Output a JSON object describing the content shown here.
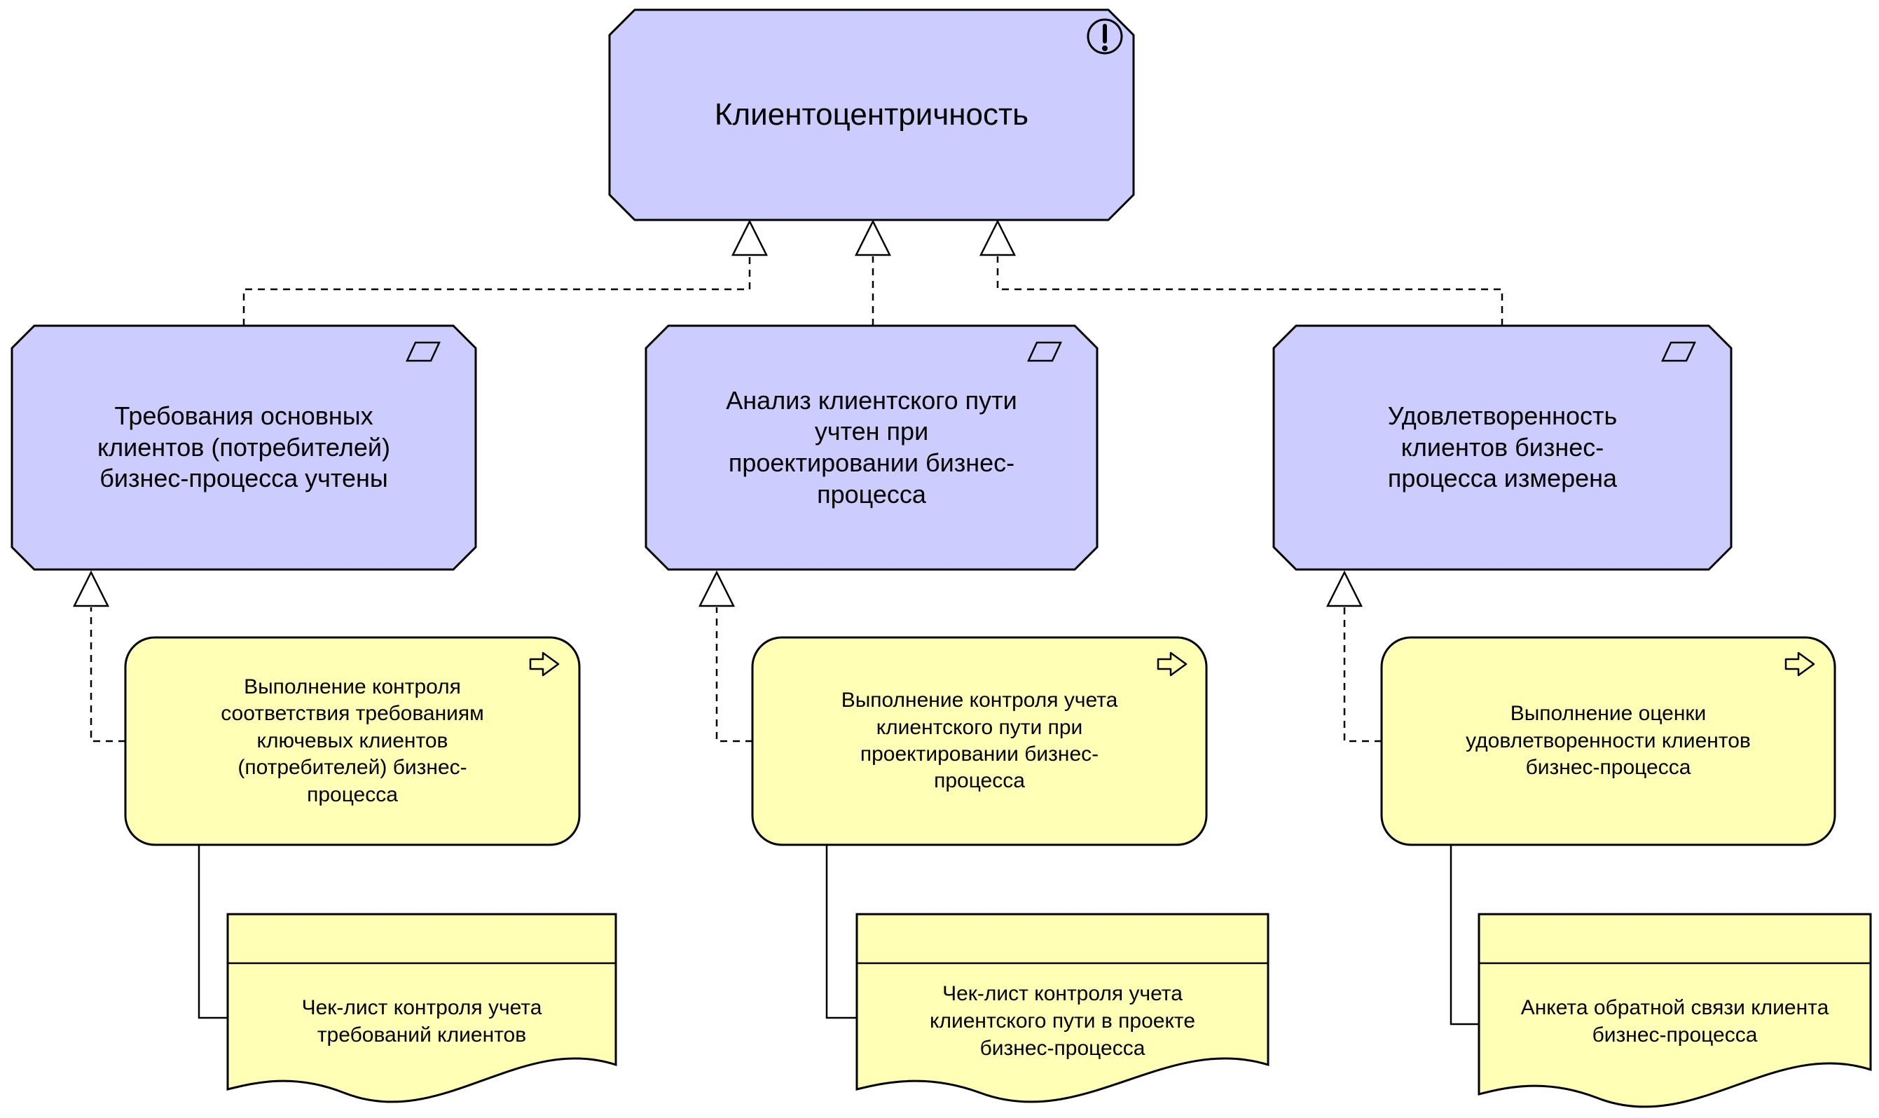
{
  "diagram": {
    "colors": {
      "motivation_fill": "#CCCCFF",
      "business_fill": "#FFFFB5",
      "arrowhead_fill": "#FFFFFF",
      "line": "#000000",
      "background": "#FFFFFF"
    },
    "principle": {
      "label": "Клиентоцентричность",
      "icon": "exclamation-icon"
    },
    "requirements": [
      {
        "label": "Требования основных клиентов (потребителей) бизнес-процесса учтены",
        "icon": "parallelogram-icon"
      },
      {
        "label": "Анализ клиентского пути учтен при проектировании бизнес-процесса",
        "icon": "parallelogram-icon"
      },
      {
        "label": "Удовлетворенность клиентов бизнес-процесса измерена",
        "icon": "parallelogram-icon"
      }
    ],
    "processes": [
      {
        "label": "Выполнение контроля соответствия требованиям ключевых клиентов (потребителей) бизнес-процесса",
        "icon": "arrow-icon"
      },
      {
        "label": "Выполнение контроля учета клиентского пути при проектировании бизнес-процесса",
        "icon": "arrow-icon"
      },
      {
        "label": "Выполнение оценки удовлетворенности клиентов бизнес-процесса",
        "icon": "arrow-icon"
      }
    ],
    "representations": [
      {
        "label": "Чек-лист контроля учета требований клиентов"
      },
      {
        "label": "Чек-лист контроля учета клиентского пути в проекте бизнес-процесса"
      },
      {
        "label": "Анкета обратной связи клиента бизнес-процесса"
      }
    ]
  }
}
